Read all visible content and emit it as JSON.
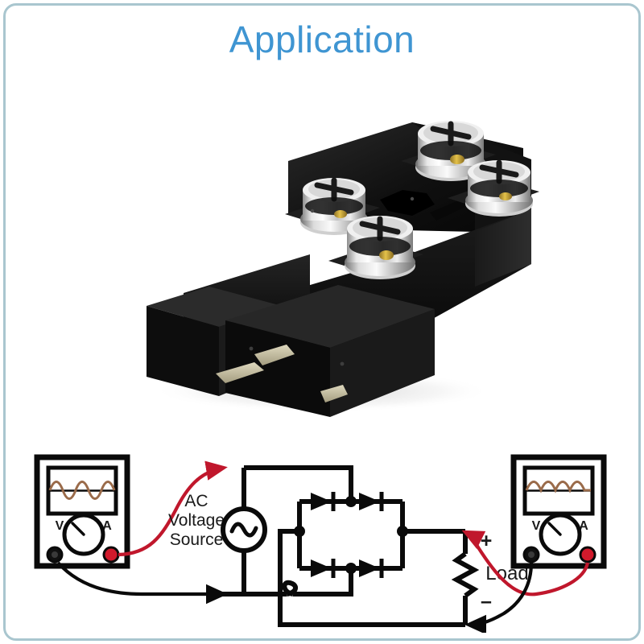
{
  "page": {
    "title": "Application",
    "title_color": "#3f95d2",
    "background_color": "#ffffff",
    "frame_color": "#a9c6cf"
  },
  "product_photo": {
    "name": "three-phase bridge rectifier module",
    "body_color": "#151515",
    "body_highlight": "#3a3a3a",
    "terminal_color": "#c9c9c9",
    "terminal_count": 4,
    "pin_color": "#c8c2a8",
    "description": "Black molded bridge rectifier power module with four chrome screw terminals"
  },
  "circuit": {
    "ac_source_label": "AC\nVoltage\nSource",
    "ac_source_line1": "AC",
    "ac_source_line2": "Voltage",
    "ac_source_line3": "Source",
    "load_label": "Load",
    "plus_label": "+",
    "minus_label": "–",
    "wire_color": "#0a0a0a",
    "probe_red_color": "#c0172c",
    "probe_black_color": "#0a0a0a",
    "waveform_color": "#9a6b4a",
    "diode_count": 4,
    "input_meter": {
      "name": "AC input multimeter",
      "volt_label": "V",
      "amp_label": "A",
      "waveform_type": "sine",
      "waveform_cycles": 2,
      "terminal_black": "black",
      "terminal_red": "red"
    },
    "output_meter": {
      "name": "DC output multimeter",
      "volt_label": "V",
      "amp_label": "A",
      "waveform_type": "full-wave-rectified",
      "waveform_humps": 4,
      "terminal_black": "black",
      "terminal_red": "red"
    }
  }
}
